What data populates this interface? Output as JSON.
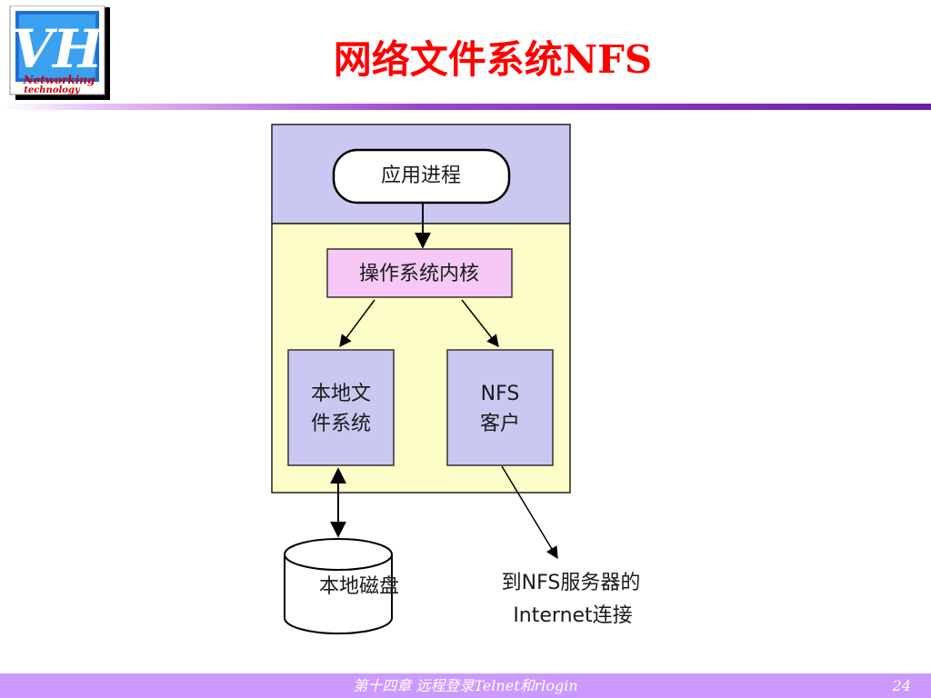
{
  "title": "网络文件系统NFS",
  "logo": {
    "mark": "VH",
    "text_line1": "Networking",
    "text_line2": "technology"
  },
  "diagram": {
    "app_process": "应用进程",
    "os_kernel": "操作系统内核",
    "local_fs_line1": "本地文",
    "local_fs_line2": "件系统",
    "nfs_client_line1": "NFS",
    "nfs_client_line2": "客户",
    "local_disk": "本地磁盘",
    "internet_line1": "到NFS服务器的",
    "internet_line2": "Internet连接"
  },
  "footer": {
    "text": "第十四章   远程登录Telnet和rlogin",
    "page_number": "24"
  },
  "colors": {
    "title": "#ff0000",
    "user_area": "#c8c8f0",
    "kernel_area": "#fdfdc8",
    "kernel_box": "#f5c8f5",
    "module_box": "#c8c8f0",
    "footer_bg": "#cc99ff"
  }
}
